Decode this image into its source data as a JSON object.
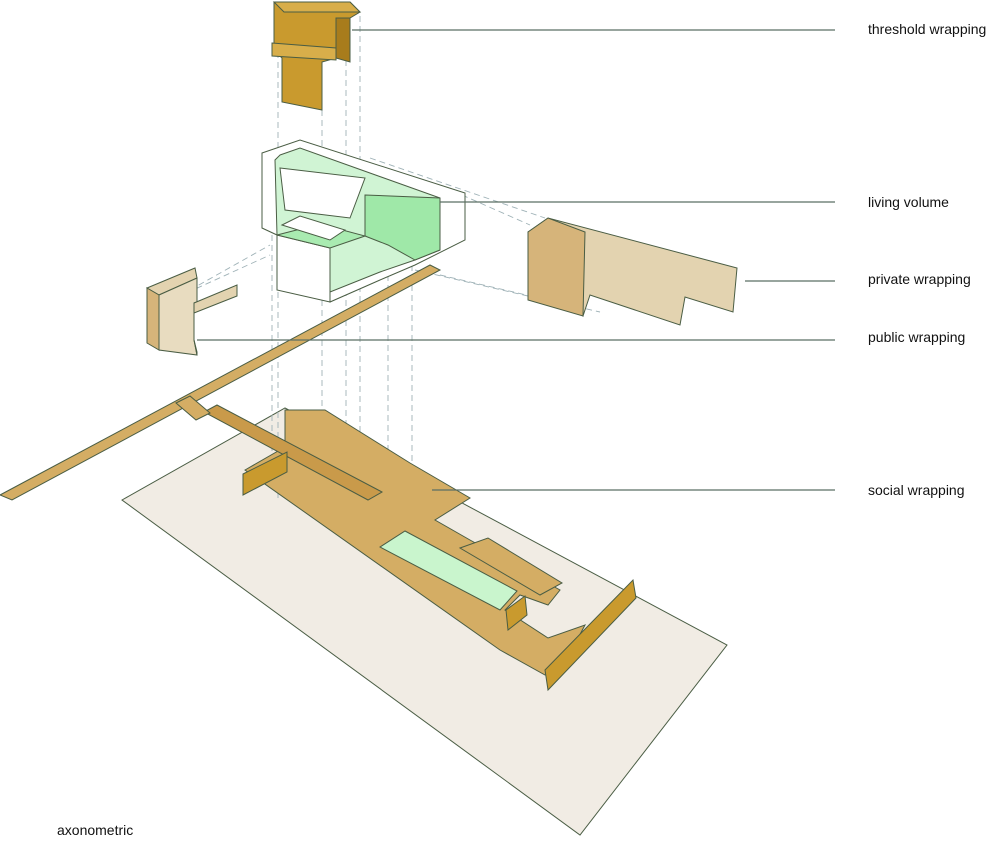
{
  "labels": {
    "threshold": "threshold wrapping",
    "living": "living volume",
    "private": "private wrapping",
    "public": "public wrapping",
    "social": "social wrapping"
  },
  "caption": "axonometric",
  "colors": {
    "ochre": "#c99a2e",
    "ochre_dark": "#a87c1c",
    "tan": "#d6b47a",
    "tan_light": "#e3d3b0",
    "beige": "#dccaa0",
    "site": "#f1ece4",
    "green": "#a9ebb1",
    "green_light": "#c9f5cd",
    "leader": "#5b6f63",
    "outline": "#4a5d44"
  }
}
